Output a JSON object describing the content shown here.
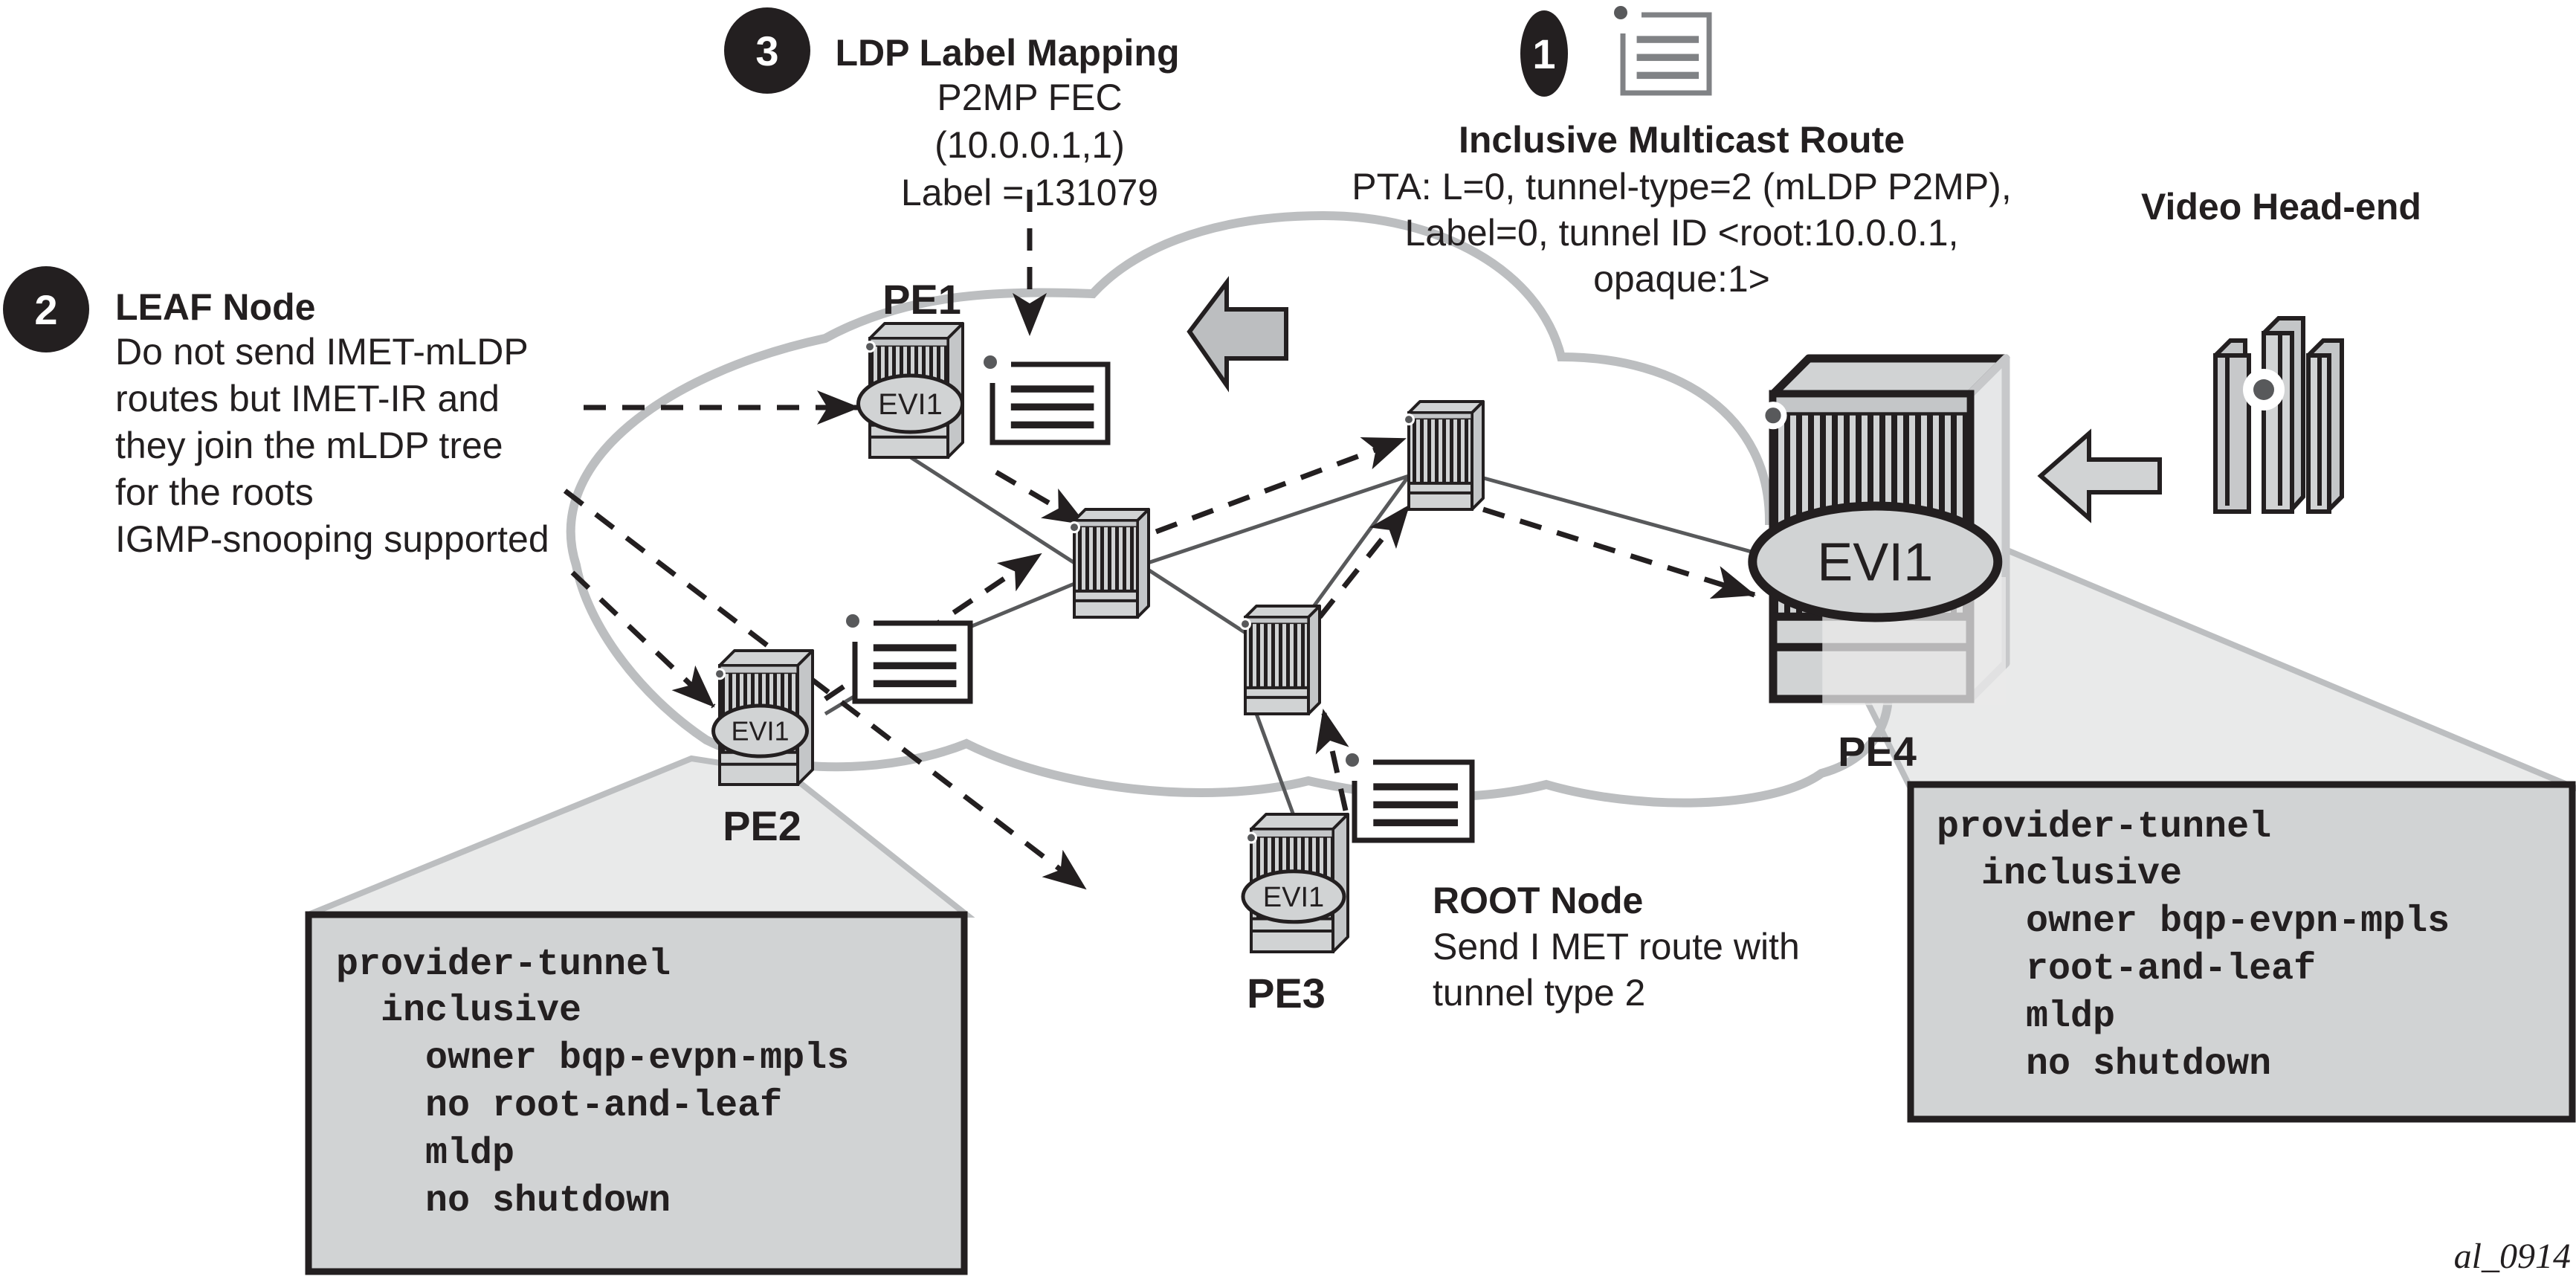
{
  "diagram": {
    "colors": {
      "ink": "#231f20",
      "cloud": "#bcbec0",
      "device_fill": "#d1d3d4",
      "device_side": "#c4c6c8",
      "callout_fill": "#d1d3d4",
      "callout_wedge": "#e9eaea",
      "link": "#58595b",
      "route_icon_gray": "#808285"
    },
    "steps": [
      {
        "number": "1",
        "title": "Inclusive Multicast Route",
        "lines": [
          "PTA: L=0, tunnel-type=2 (mLDP P2MP),",
          "Label=0, tunnel ID <root:10.0.0.1,",
          "opaque:1>"
        ]
      },
      {
        "number": "2",
        "title": "LEAF Node",
        "lines": [
          "Do not send IMET-mLDP",
          "routes but IMET-IR and",
          "they join the mLDP tree",
          "for the roots",
          "IGMP-snooping supported"
        ]
      },
      {
        "number": "3",
        "title": "LDP Label Mapping",
        "lines": [
          "P2MP FEC",
          "(10.0.0.1,1)",
          "Label = 131079"
        ]
      }
    ],
    "root_note": {
      "title": "ROOT Node",
      "lines": [
        "Send I MET route with",
        "tunnel type 2"
      ]
    },
    "video_headend_label": "Video Head-end",
    "nodes": {
      "pe1": {
        "label": "PE1",
        "evi": "EVI1"
      },
      "pe2": {
        "label": "PE2",
        "evi": "EVI1"
      },
      "pe3": {
        "label": "PE3",
        "evi": "EVI1"
      },
      "pe4": {
        "label": "PE4",
        "evi": "EVI1"
      }
    },
    "config_pe2": {
      "lines": [
        "provider-tunnel",
        "  inclusive",
        "    owner bqp-evpn-mpls",
        "    no root-and-leaf",
        "    mldp",
        "    no shutdown"
      ]
    },
    "config_pe4": {
      "lines": [
        "provider-tunnel",
        "  inclusive",
        "    owner bqp-evpn-mpls",
        "    root-and-leaf",
        "    mldp",
        "    no shutdown"
      ]
    },
    "figure_id": "al_0914"
  }
}
